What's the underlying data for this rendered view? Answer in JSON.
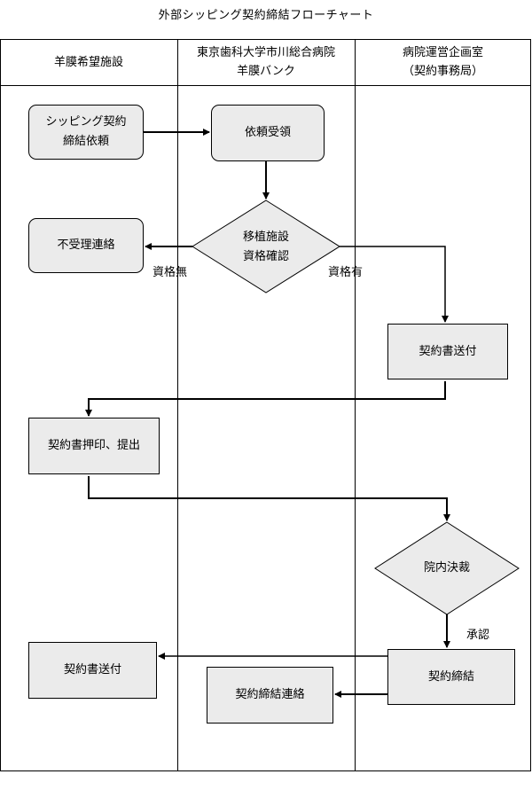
{
  "title": "外部シッピング契約締結フローチャート",
  "lanes": [
    {
      "lines": [
        "羊膜希望施設"
      ]
    },
    {
      "lines": [
        "東京歯科大学市川総合病院",
        "羊膜バンク"
      ]
    },
    {
      "lines": [
        "病院運営企画室",
        "（契約事務局）"
      ]
    }
  ],
  "nodes": {
    "request": "シッピング契約\n締結依頼",
    "receipt": "依頼受領",
    "decision_qualify": "移植施設\n資格確認",
    "reject_notice": "不受理連絡",
    "send_contract": "契約書送付",
    "seal_submit": "契約書押印、提出",
    "decision_internal": "院内決裁",
    "conclude": "契約締結",
    "send_contract_2": "契約書送付",
    "conclude_notice": "契約締結連絡"
  },
  "edge_labels": {
    "no_qualification": "資格無",
    "has_qualification": "資格有",
    "approval": "承認"
  }
}
